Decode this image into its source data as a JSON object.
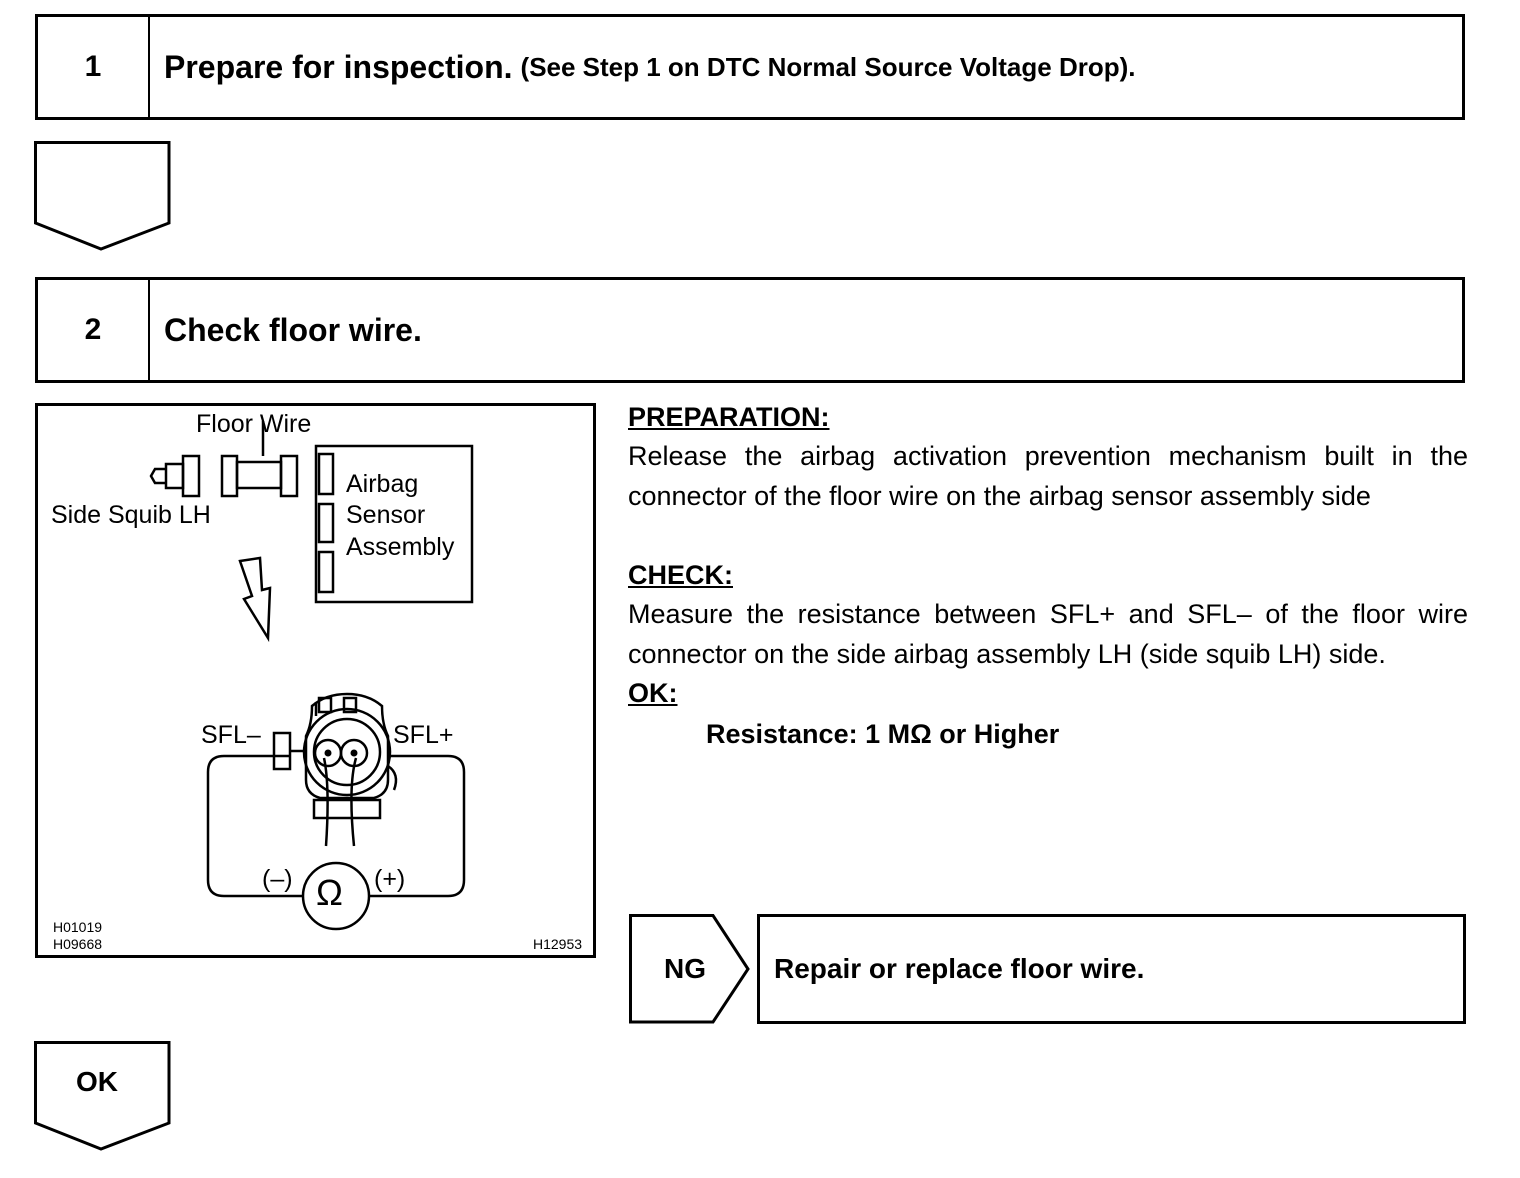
{
  "step1": {
    "number": "1",
    "title": "Prepare for inspection.",
    "note": "(See Step 1 on DTC Normal Source Voltage Drop)."
  },
  "step2": {
    "number": "2",
    "title": "Check floor wire."
  },
  "figure": {
    "floor_wire_label": "Floor Wire",
    "side_squib_label": "Side Squib LH",
    "airbag_sensor_label_line1": "Airbag",
    "airbag_sensor_label_line2": "Sensor",
    "airbag_sensor_label_line3": "Assembly",
    "sfl_minus_label": "SFL–",
    "sfl_plus_label": "SFL+",
    "meter_minus_label": "(–)",
    "meter_plus_label": "(+)",
    "ohm_symbol": "Ω",
    "code_1": "H01019",
    "code_2": "H09668",
    "code_3": "H12953"
  },
  "instructions": {
    "preparation_heading": "PREPARATION:",
    "preparation_text": "Release the airbag activation prevention mechanism built in the connector of the floor wire on the airbag sensor assembly side",
    "check_heading": "CHECK:",
    "check_text": "Measure the resistance between SFL+ and SFL– of the floor wire connector on the side airbag assembly LH (side squib LH) side.",
    "ok_heading": "OK:",
    "ok_spec": "Resistance: 1 MΩ or Higher"
  },
  "results": {
    "ng_label": "NG",
    "ng_action": "Repair or replace floor wire.",
    "ok_label": "OK"
  }
}
